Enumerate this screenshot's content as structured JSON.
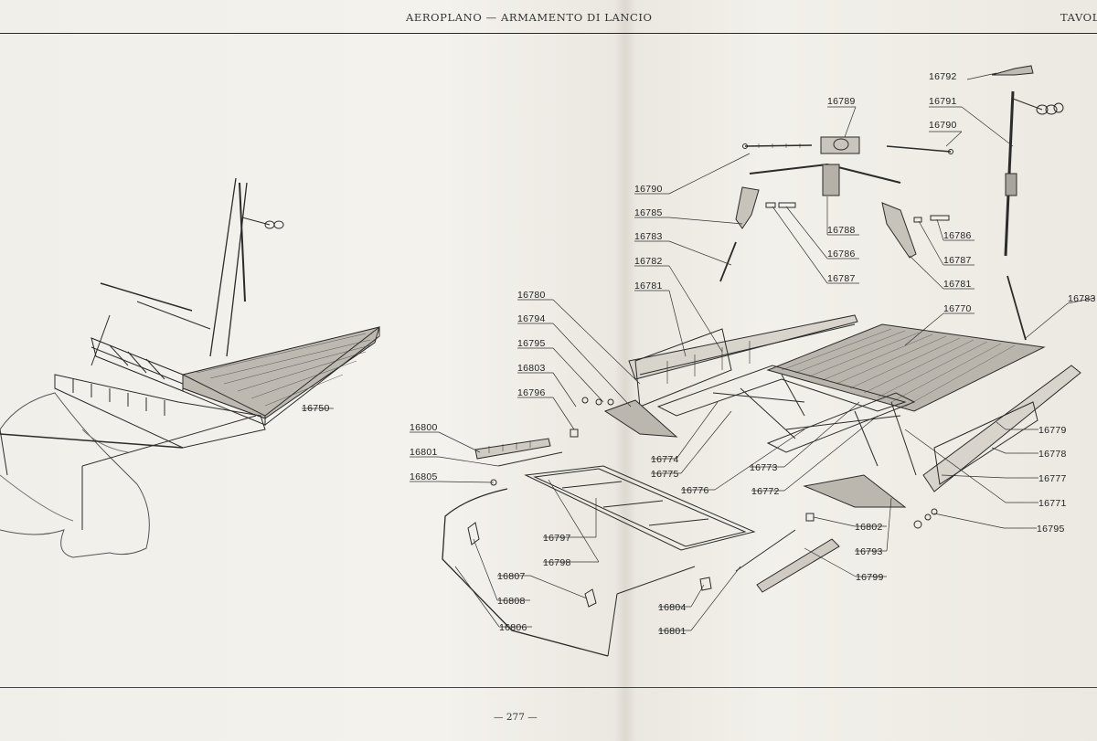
{
  "header": {
    "title": "AEROPLANO — ARMAMENTO DI LANCIO",
    "plate_label": "TAVOLA"
  },
  "footer": {
    "page_number": "— 277 —"
  },
  "part_labels": {
    "p16750": "16750",
    "p16792": "16792",
    "p16789": "16789",
    "p16791": "16791",
    "p16790a": "16790",
    "p16790b": "16790",
    "p16785": "16785",
    "p16783a": "16783",
    "p16783b": "16783",
    "p16788": "16788",
    "p16786a": "16786",
    "p16786b": "16786",
    "p16787a": "16787",
    "p16787b": "16787",
    "p16782": "16782",
    "p16781a": "16781",
    "p16781b": "16781",
    "p16770": "16770",
    "p16780": "16780",
    "p16794": "16794",
    "p16795a": "16795",
    "p16795b": "16795",
    "p16803": "16803",
    "p16796": "16796",
    "p16800": "16800",
    "p16801a": "16801",
    "p16801b": "16801",
    "p16805": "16805",
    "p16774": "16774",
    "p16775": "16775",
    "p16776": "16776",
    "p16773": "16773",
    "p16772": "16772",
    "p16779": "16779",
    "p16778": "16778",
    "p16777": "16777",
    "p16771": "16771",
    "p16802": "16802",
    "p16793": "16793",
    "p16797": "16797",
    "p16798": "16798",
    "p16799": "16799",
    "p16807": "16807",
    "p16808": "16808",
    "p16804": "16804",
    "p16806": "16806"
  }
}
